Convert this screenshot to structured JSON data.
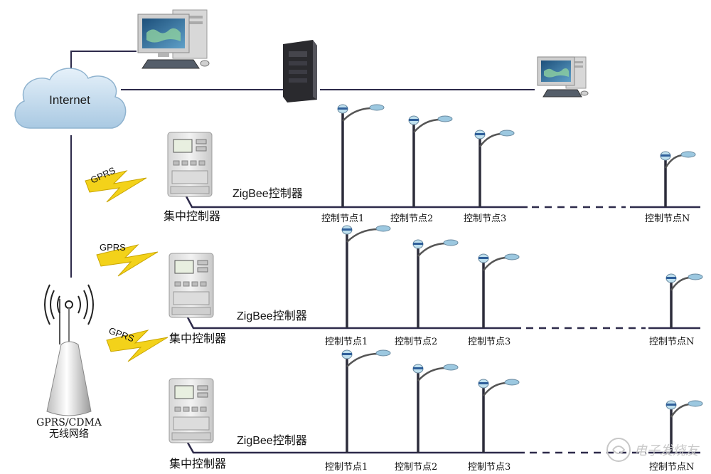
{
  "internet": {
    "label": "Internet"
  },
  "tower": {
    "label_line1": "GPRS/CDMA",
    "label_line2": "无线网络"
  },
  "groups": [
    {
      "gprs_label": "GPRS",
      "zigbee_label": "ZigBee控制器",
      "concentrator_label": "集中控制器",
      "nodes": [
        "控制节点1",
        "控制节点2",
        "控制节点3",
        "控制节点N"
      ]
    },
    {
      "gprs_label": "GPRS",
      "zigbee_label": "ZigBee控制器",
      "concentrator_label": "集中控制器",
      "nodes": [
        "控制节点1",
        "控制节点2",
        "控制节点3",
        "控制节点N"
      ]
    },
    {
      "gprs_label": "GPRS",
      "zigbee_label": "ZigBee控制器",
      "concentrator_label": "集中控制器",
      "nodes": [
        "控制节点1",
        "控制节点2",
        "控制节点3",
        "控制节点N"
      ]
    }
  ],
  "watermark": {
    "text": "电子发烧友"
  },
  "colors": {
    "line": "#2d2a4a",
    "cloud": "#c7dff0",
    "lightning": "#f3d21a",
    "lamp_head": "#9cc8e0",
    "lamp_pole": "#2c2c3a"
  }
}
